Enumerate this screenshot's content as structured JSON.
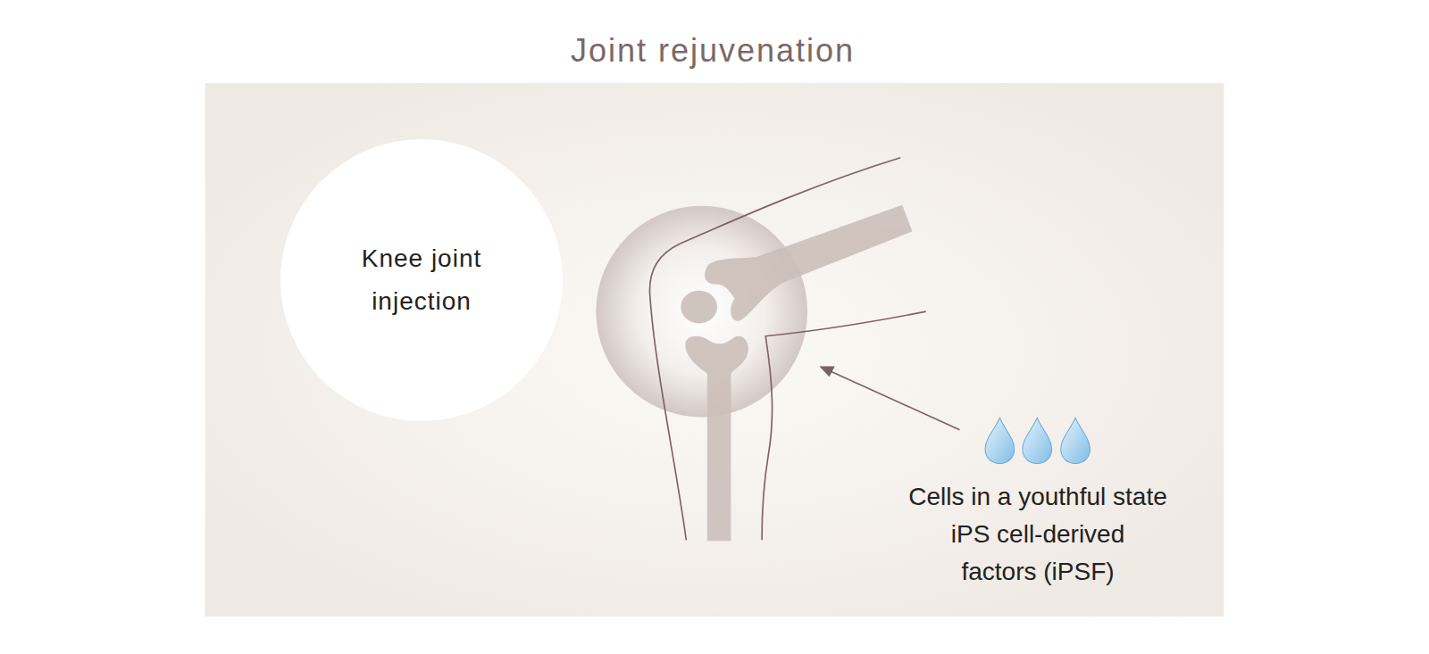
{
  "diagram": {
    "title": "Joint rejuvenation",
    "nodes": [
      {
        "text": [
          "Knee joint injection"
        ]
      }
    ],
    "labels": [
      "Cells in a youthful state",
      "iPS cell-derived factors (iPSF)"
    ]
  }
}
